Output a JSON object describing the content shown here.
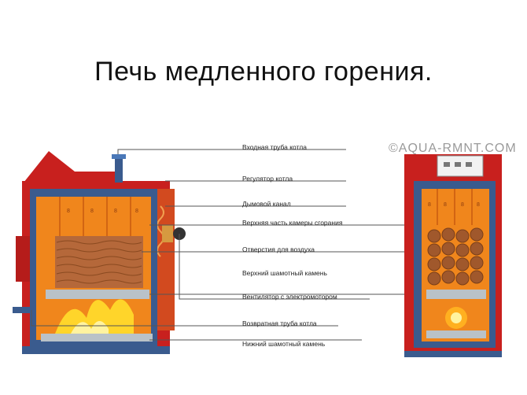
{
  "title": "Печь медленного горения.",
  "watermark": "©AQUA-RMNT.COM",
  "labels": [
    "Входная труба котла",
    "Регулятор котла",
    "Дымовой канал",
    "Верхняя часть камеры сгорания",
    "Отверстия для воздуха",
    "Верхний шамотный камень",
    "Вентилятор с электромотором",
    "Возвратная труба котла",
    "Нижний шамотный камень"
  ],
  "colors": {
    "shell": "#c8201e",
    "frame": "#3a5b8e",
    "chamber": "#f0861c",
    "wood": "#b5683a",
    "firebrick": "#b9c2c8",
    "flame": "#ffd52a"
  }
}
